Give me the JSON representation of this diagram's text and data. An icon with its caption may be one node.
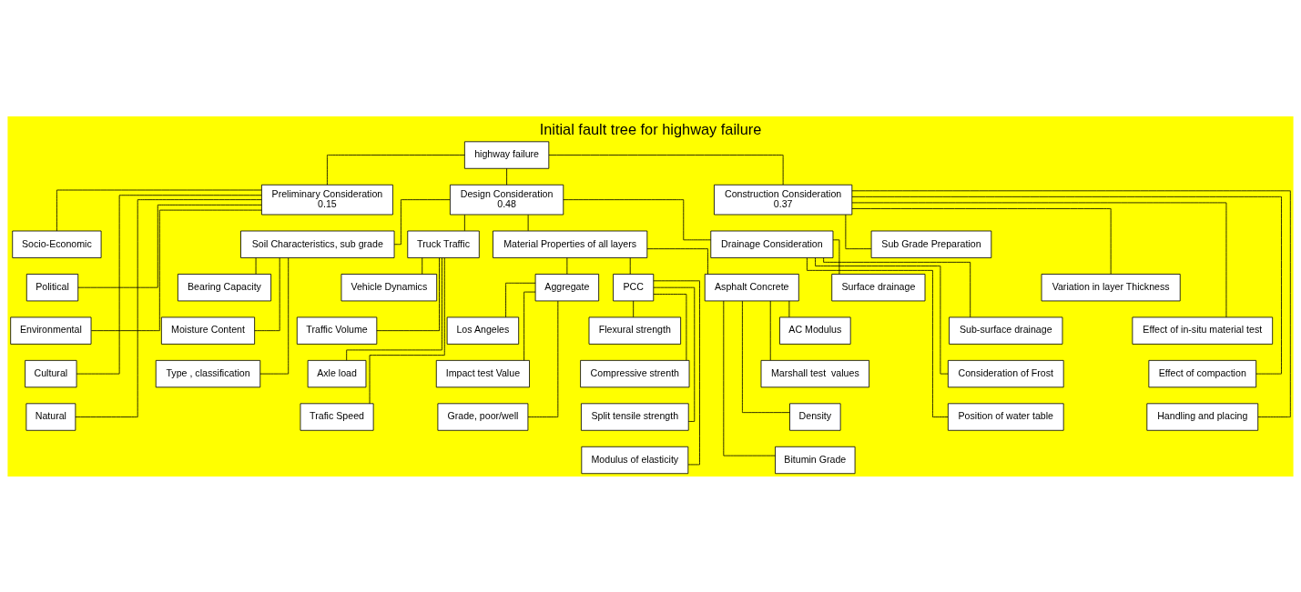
{
  "diagram": {
    "title": "Initial fault tree for highway failure",
    "nodes": [
      {
        "text": [
          "highway failure"
        ]
      },
      {
        "text": [
          "Preliminary Consideration",
          "0.15"
        ]
      },
      {
        "text": [
          "Design Consideration",
          "0.48"
        ]
      },
      {
        "text": [
          "Construction Consideration",
          "0.37"
        ]
      },
      {
        "text": [
          "Socio-Economic"
        ]
      },
      {
        "text": [
          "Political"
        ]
      },
      {
        "text": [
          "Environmental"
        ]
      },
      {
        "text": [
          "Cultural"
        ]
      },
      {
        "text": [
          "Natural"
        ]
      },
      {
        "text": [
          "Soil Characteristics, sub grade"
        ]
      },
      {
        "text": [
          "Truck Traffic"
        ]
      },
      {
        "text": [
          "Material Properties of all layers"
        ]
      },
      {
        "text": [
          "Drainage Consideration"
        ]
      },
      {
        "text": [
          "Bearing Capacity"
        ]
      },
      {
        "text": [
          "Moisture Content"
        ]
      },
      {
        "text": [
          "Type , classification"
        ]
      },
      {
        "text": [
          "Vehicle Dynamics"
        ]
      },
      {
        "text": [
          "Traffic Volume"
        ]
      },
      {
        "text": [
          "Axle load"
        ]
      },
      {
        "text": [
          "Trafic Speed"
        ]
      },
      {
        "text": [
          "Aggregate"
        ]
      },
      {
        "text": [
          "PCC"
        ]
      },
      {
        "text": [
          "Asphalt Concrete"
        ]
      },
      {
        "text": [
          "Los Angeles"
        ]
      },
      {
        "text": [
          "Impact test Value"
        ]
      },
      {
        "text": [
          "Grade, poor/well"
        ]
      },
      {
        "text": [
          "Flexural strength"
        ]
      },
      {
        "text": [
          "Compressive strenth"
        ]
      },
      {
        "text": [
          "Split tensile strength"
        ]
      },
      {
        "text": [
          "Modulus of elasticity"
        ]
      },
      {
        "text": [
          "AC Modulus"
        ]
      },
      {
        "text": [
          "Marshall test  values"
        ]
      },
      {
        "text": [
          "Density"
        ]
      },
      {
        "text": [
          "Bitumin Grade"
        ]
      },
      {
        "text": [
          "Surface drainage"
        ]
      },
      {
        "text": [
          "Sub-surface drainage"
        ]
      },
      {
        "text": [
          "Consideration of Frost"
        ]
      },
      {
        "text": [
          "Position of water table"
        ]
      },
      {
        "text": [
          "Sub Grade Preparation"
        ]
      },
      {
        "text": [
          "Variation in layer Thickness"
        ]
      },
      {
        "text": [
          "Effect of in-situ material test"
        ]
      },
      {
        "text": [
          "Effect of compaction"
        ]
      },
      {
        "text": [
          "Handling and placing"
        ]
      }
    ],
    "edges": [
      {
        "from": 0,
        "to": 1,
        "arrow": "none"
      },
      {
        "from": 0,
        "to": 2,
        "arrow": "none"
      },
      {
        "from": 0,
        "to": 3,
        "arrow": "none"
      },
      {
        "from": 1,
        "to": 4,
        "arrow": "none"
      },
      {
        "from": 1,
        "to": 5,
        "arrow": "none"
      },
      {
        "from": 1,
        "to": 6,
        "arrow": "none"
      },
      {
        "from": 1,
        "to": 7,
        "arrow": "none"
      },
      {
        "from": 1,
        "to": 8,
        "arrow": "none"
      },
      {
        "from": 2,
        "to": 9,
        "arrow": "none"
      },
      {
        "from": 2,
        "to": 10,
        "arrow": "none"
      },
      {
        "from": 2,
        "to": 11,
        "arrow": "none"
      },
      {
        "from": 2,
        "to": 12,
        "arrow": "none"
      },
      {
        "from": 9,
        "to": 13,
        "arrow": "none"
      },
      {
        "from": 9,
        "to": 14,
        "arrow": "none"
      },
      {
        "from": 9,
        "to": 15,
        "arrow": "none"
      },
      {
        "from": 10,
        "to": 16,
        "arrow": "none"
      },
      {
        "from": 10,
        "to": 17,
        "arrow": "none"
      },
      {
        "from": 10,
        "to": 18,
        "arrow": "none"
      },
      {
        "from": 10,
        "to": 19,
        "arrow": "none"
      },
      {
        "from": 11,
        "to": 20,
        "arrow": "none"
      },
      {
        "from": 11,
        "to": 21,
        "arrow": "none"
      },
      {
        "from": 11,
        "to": 22,
        "arrow": "none"
      },
      {
        "from": 20,
        "to": 23,
        "arrow": "none"
      },
      {
        "from": 20,
        "to": 24,
        "arrow": "none"
      },
      {
        "from": 20,
        "to": 25,
        "arrow": "none"
      },
      {
        "from": 21,
        "to": 26,
        "arrow": "none"
      },
      {
        "from": 21,
        "to": 27,
        "arrow": "none"
      },
      {
        "from": 21,
        "to": 28,
        "arrow": "none"
      },
      {
        "from": 21,
        "to": 29,
        "arrow": "none"
      },
      {
        "from": 22,
        "to": 30,
        "arrow": "none"
      },
      {
        "from": 22,
        "to": 31,
        "arrow": "none"
      },
      {
        "from": 22,
        "to": 32,
        "arrow": "none"
      },
      {
        "from": 22,
        "to": 33,
        "arrow": "none"
      },
      {
        "from": 12,
        "to": 34,
        "arrow": "none"
      },
      {
        "from": 12,
        "to": 35,
        "arrow": "none"
      },
      {
        "from": 12,
        "to": 36,
        "arrow": "none"
      },
      {
        "from": 12,
        "to": 37,
        "arrow": "none"
      },
      {
        "from": 3,
        "to": 38,
        "arrow": "none"
      },
      {
        "from": 3,
        "to": 39,
        "arrow": "none"
      },
      {
        "from": 3,
        "to": 40,
        "arrow": "none"
      },
      {
        "from": 3,
        "to": 41,
        "arrow": "none"
      },
      {
        "from": 3,
        "to": 42,
        "arrow": "none"
      }
    ]
  }
}
